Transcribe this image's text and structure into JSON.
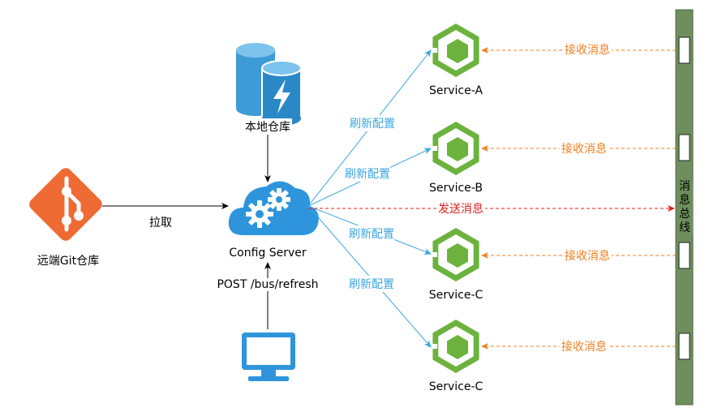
{
  "nodes": {
    "git": {
      "label": "远端Git仓库",
      "icon": "git-icon",
      "color": "#ee6b34"
    },
    "local_repo": {
      "label": "本地仓库",
      "icon": "database-icon",
      "color": "#3d9bd8"
    },
    "config_server": {
      "label": "Config Server",
      "icon": "cloud-gears-icon",
      "color": "#2e95dd"
    },
    "client": {
      "icon": "monitor-icon",
      "color": "#2e95dd"
    },
    "services": [
      {
        "label": "Service-A",
        "icon": "hexagon-node-icon"
      },
      {
        "label": "Service-B",
        "icon": "hexagon-node-icon"
      },
      {
        "label": "Service-C",
        "icon": "hexagon-node-icon"
      },
      {
        "label": "Service-C",
        "icon": "hexagon-node-icon"
      }
    ],
    "bus": {
      "label": "消息总线",
      "color": "#6e8f5d"
    }
  },
  "edges": {
    "pull": "拉取",
    "post": "POST /bus/refresh",
    "refresh": [
      "刷新配置",
      "刷新配置",
      "刷新配置",
      "刷新配置"
    ],
    "send": "发送消息",
    "receive": [
      "接收消息",
      "接收消息",
      "接收消息",
      "接收消息"
    ]
  },
  "colors": {
    "service_green": "#6cb33e",
    "refresh_line": "#3aa6e0",
    "receive_line": "#f07f20",
    "send_line": "#e0201c"
  }
}
